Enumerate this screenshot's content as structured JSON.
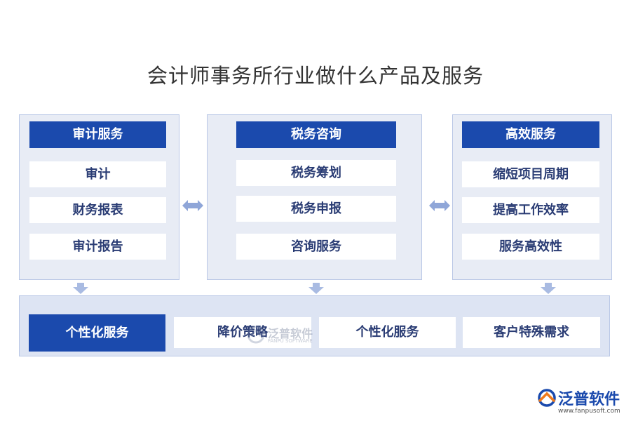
{
  "title": "会计师事务所行业做什么产品及服务",
  "columns": [
    {
      "header": "审计服务",
      "items": [
        "审计",
        "财务报表",
        "审计报告"
      ]
    },
    {
      "header": "税务咨询",
      "items": [
        "税务筹划",
        "税务申报",
        "咨询服务"
      ]
    },
    {
      "header": "高效服务",
      "items": [
        "缩短项目周期",
        "提高工作效率",
        "服务高效性"
      ]
    }
  ],
  "bottom": {
    "header": "个性化服务",
    "items": [
      "降价策略",
      "个性化服务",
      "客户特殊需求"
    ]
  },
  "watermark": {
    "text": "泛普软件",
    "sub": "FANPU SOFTWARE"
  },
  "logo": {
    "text": "泛普软件",
    "url": "www.fanpusoft.com"
  },
  "colors": {
    "header_blue": "#1b4aad",
    "panel_bg": "#e8ecf5",
    "arrow": "#8fa6d8",
    "logo_orange": "#f07a1a"
  }
}
